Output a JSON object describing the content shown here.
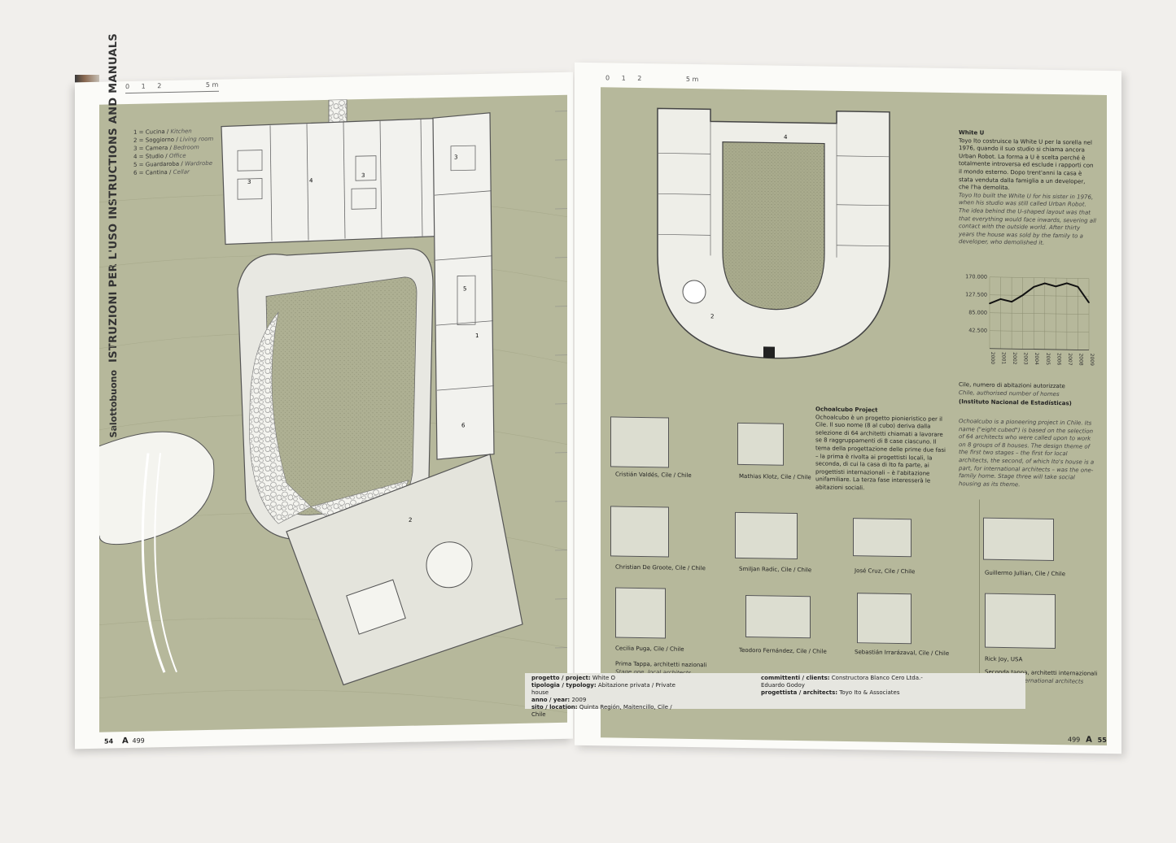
{
  "left": {
    "section": "Salottobuono",
    "title": "ISTRUZIONI PER L'USO INSTRUCTIONS AND MANUALS",
    "scale": [
      "0",
      "1",
      "2",
      "5 m"
    ],
    "legend": [
      {
        "it": "1 = Cucina",
        "en": "Kitchen"
      },
      {
        "it": "2 = Soggiorno",
        "en": "Living room"
      },
      {
        "it": "3 = Camera",
        "en": "Bedroom"
      },
      {
        "it": "4 = Studio",
        "en": "Office"
      },
      {
        "it": "5 = Guardaroba",
        "en": "Wardrobe"
      },
      {
        "it": "6 = Cantina",
        "en": "Cellar"
      }
    ],
    "room_numbers": [
      "1",
      "2",
      "3",
      "3",
      "4",
      "5",
      "6",
      "3"
    ],
    "footer": {
      "project_label": "progetto / project:",
      "project": "White O",
      "typology_label": "tipologia / typology:",
      "typology": "Abitazione privata / Private house",
      "year_label": "anno / year:",
      "year": "2009",
      "site_label": "sito / location:",
      "site": "Quinta Región, Maitencillo, Cile / Chile",
      "clients_label": "committenti / clients:",
      "clients": "Constructora Blanco Cero Ltda.-",
      "clients2": "Eduardo Godoy",
      "designer_label": "progettista / architects:",
      "designer": "Toyo Ito & Associates"
    },
    "page_number": "54",
    "issue": "499"
  },
  "right": {
    "scale": [
      "0",
      "1",
      "2",
      "5 m"
    ],
    "white_u": {
      "title": "White U",
      "it": "Toyo Ito costruisce la White U per la sorella nel 1976, quando il suo studio si chiama ancora Urban Robot. La forma a U è scelta perché è totalmente introversa ed esclude i rapporti con il mondo esterno. Dopo trent'anni la casa è stata venduta dalla famiglia a un developer, che l'ha demolita.",
      "en": "Toyo Ito built the White U for his sister in 1976, when his studio was still called Urban Robot. The idea behind the U-shaped layout was that that everything would face inwards, severing all contact with the outside world. After thirty years the house was sold by the family to a developer, who demolished it."
    },
    "chart_caption_it": "Cile, numero di abitazioni autorizzate",
    "chart_caption_en": "Chile, authorised number of homes",
    "chart_source": "(Instituto Nacional de Estadísticas)",
    "ochoalcubo": {
      "title": "Ochoalcubo Project",
      "it": "Ochoalcubo è un progetto pionieristico per il Cile. Il suo nome (8 al cubo) deriva dalla selezione di 64 architetti chiamati a lavorare se 8 raggruppamenti di 8 case ciascuno. Il tema della progettazione delle prime due fasi – la prima è rivolta ai progettisti locali, la seconda, di cui la casa di Ito fa parte, ai progettisti internazionali – è l'abitazione unifamiliare. La terza fase interesserà le abitazioni sociali.",
      "en": "Ochoalcubo is a pioneering project in Chile. Its name (\"eight cubed\") is based on the selection of 64 architects who were called upon to work on 8 groups of 8 houses. The design theme of the first two stages – the first for local architects, the second, of which Ito's house is a part, for international architects – was the one-family home. Stage three will take social housing as its theme."
    },
    "projects": [
      "Cristián Valdés, Cile / Chile",
      "Mathias Klotz, Cile / Chile",
      "Christian De Groote, Cile / Chile",
      "Smiljan Radic, Cile / Chile",
      "José Cruz, Cile / Chile",
      "Guillermo Jullian, Cile / Chile",
      "Cecilia Puga, Cile / Chile",
      "Teodoro Fernández, Cile / Chile",
      "Sebastián Irrarázaval, Cile / Chile",
      "Rick Joy, USA"
    ],
    "stage_one_it": "Prima Tappa, architetti nazionali",
    "stage_one_en": "Stage one, local architects",
    "stage_two_it": "Seconda tappa, architetti internazionali",
    "stage_two_en": "Stage two, international architects",
    "page_number": "55",
    "issue": "499"
  },
  "chart_data": {
    "type": "line",
    "x": [
      "2000",
      "2001",
      "2002",
      "2003",
      "2004",
      "2005",
      "2006",
      "2007",
      "2008",
      "2009"
    ],
    "series": [
      {
        "values": [
          107000,
          118000,
          112000,
          128000,
          148000,
          157000,
          150000,
          158000,
          150000,
          113000
        ]
      }
    ],
    "y_ticks": [
      "170.000",
      "127.500",
      "85.000",
      "42.500"
    ],
    "ylim": [
      0,
      170000
    ],
    "grid": true,
    "title": "",
    "xlabel": "",
    "ylabel": ""
  },
  "colors": {
    "sage": "#b6b89b",
    "plan": "#dcddd0",
    "red_logo": "#c8282d",
    "yellow_logo": "#f2c322"
  }
}
